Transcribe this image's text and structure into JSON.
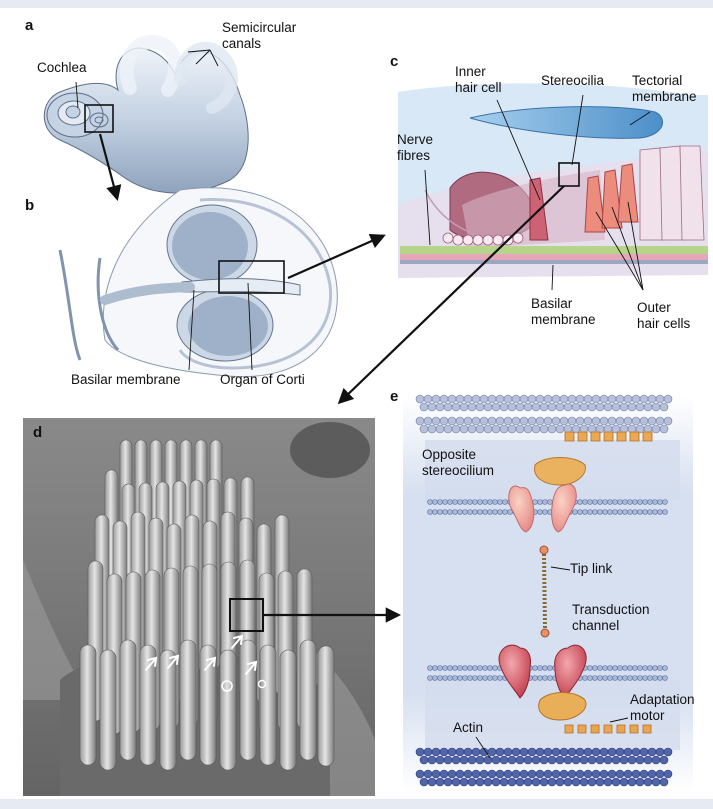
{
  "panels": {
    "a": "a",
    "b": "b",
    "c": "c",
    "d": "d",
    "e": "e"
  },
  "labels": {
    "semicircular_canals": [
      "Semicircular",
      "canals"
    ],
    "cochlea": "Cochlea",
    "basilar_membrane_b": "Basilar membrane",
    "organ_of_corti": "Organ of Corti",
    "inner_hair_cell": [
      "Inner",
      "hair cell"
    ],
    "stereocilia": "Stereocilia",
    "tectorial_membrane": [
      "Tectorial",
      "membrane"
    ],
    "nerve_fibres": [
      "Nerve",
      "fibres"
    ],
    "basilar_membrane_c": [
      "Basilar",
      "membrane"
    ],
    "outer_hair_cells": [
      "Outer",
      "hair cells"
    ],
    "opposite_stereocilium": [
      "Opposite",
      "stereocilium"
    ],
    "tip_link": "Tip link",
    "transduction_channel": [
      "Transduction",
      "channel"
    ],
    "adaptation_motor": [
      "Adaptation",
      "motor"
    ],
    "actin": "Actin"
  },
  "colors": {
    "band": "#e6ebf3",
    "cochlea_blue": "#b9c9dc",
    "tectorial": "#6fa9d8",
    "pink": "#c97a8f",
    "membrane_bead": "#9aa8c8",
    "orange": "#e8a24a",
    "channel_red": "#cf4a55",
    "actin_blue": "#3f58a0"
  }
}
